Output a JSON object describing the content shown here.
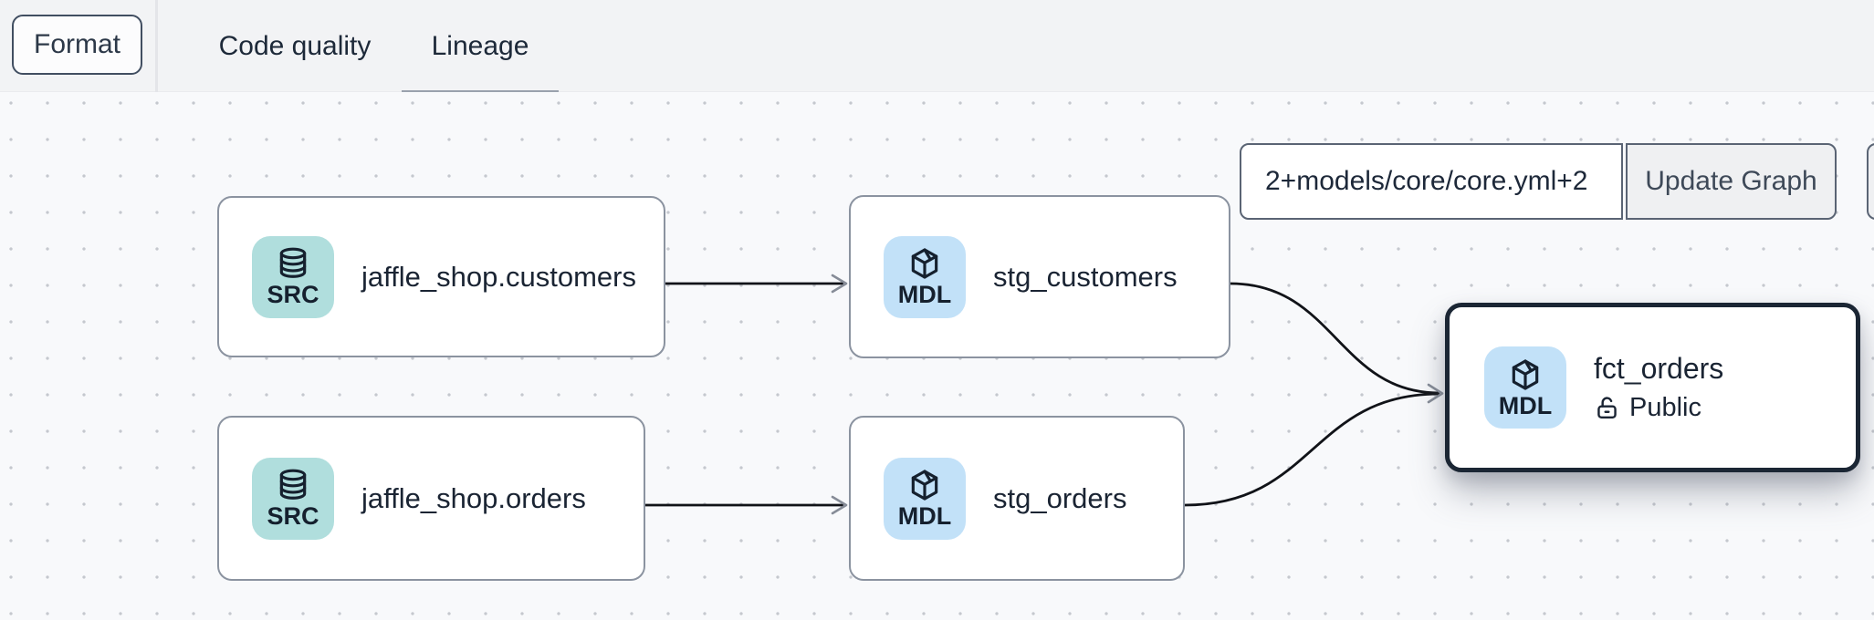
{
  "header": {
    "format_button": "Format",
    "tabs": [
      {
        "label": "Code quality",
        "active": false
      },
      {
        "label": "Lineage",
        "active": true
      }
    ]
  },
  "toolbar": {
    "selector_value": "2+models/core/core.yml+2",
    "update_button": "Update Graph"
  },
  "graph": {
    "nodes": [
      {
        "id": "jaffle_shop.customers",
        "type": "SRC",
        "label": "jaffle_shop.customers",
        "icon": "database-icon",
        "selected": false
      },
      {
        "id": "stg_customers",
        "type": "MDL",
        "label": "stg_customers",
        "icon": "cube-icon",
        "selected": false
      },
      {
        "id": "jaffle_shop.orders",
        "type": "SRC",
        "label": "jaffle_shop.orders",
        "icon": "database-icon",
        "selected": false
      },
      {
        "id": "stg_orders",
        "type": "MDL",
        "label": "stg_orders",
        "icon": "cube-icon",
        "selected": false
      },
      {
        "id": "fct_orders",
        "type": "MDL",
        "label": "fct_orders",
        "icon": "cube-icon",
        "access": "Public",
        "access_icon": "lock-open-icon",
        "selected": true
      }
    ],
    "edges": [
      {
        "from": "jaffle_shop.customers",
        "to": "stg_customers"
      },
      {
        "from": "jaffle_shop.orders",
        "to": "stg_orders"
      },
      {
        "from": "stg_customers",
        "to": "fct_orders"
      },
      {
        "from": "stg_orders",
        "to": "fct_orders"
      }
    ]
  },
  "colors": {
    "header_bg": "#f2f3f5",
    "canvas_bg": "#f8f9fb",
    "dot_grid": "#c5c8ce",
    "node_border": "#8b93a0",
    "selected_border": "#1b2634",
    "src_badge": "#b0dedd",
    "mdl_badge": "#c2e1f8",
    "edge_stroke": "#111318",
    "arrow_gray": "#868c97",
    "text_navy": "#1a2433",
    "tab_underline": "#9aa1ad"
  }
}
